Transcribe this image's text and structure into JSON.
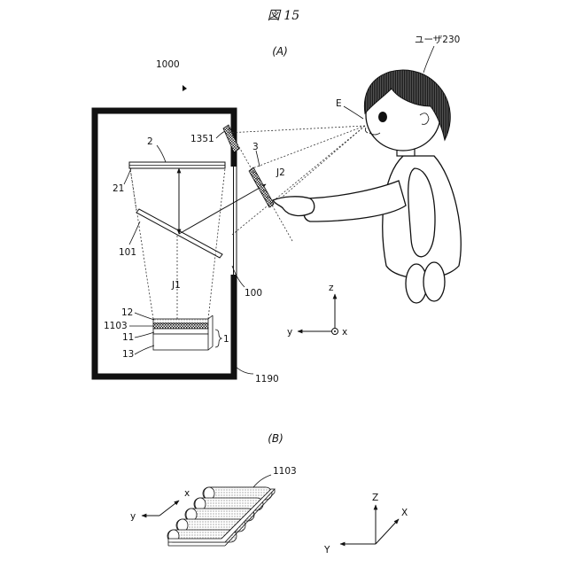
{
  "figure": {
    "title": "図 15",
    "panel_a": "(A)",
    "panel_b": "(B)"
  },
  "labels": {
    "device": "1000",
    "user": "ユーザ230",
    "eye": "E",
    "mirror_top": "1351",
    "element_3": "3",
    "element_2": "2",
    "element_21": "21",
    "ray_j2": "J2",
    "element_101": "101",
    "ray_j1": "J1",
    "element_100": "100",
    "element_12": "12",
    "element_1103": "1103",
    "element_11": "11",
    "element_13": "13",
    "element_1": "1",
    "housing_1190": "1190",
    "sheet_1103": "1103"
  },
  "axes_a": {
    "z": "z",
    "y": "y",
    "x": "x"
  },
  "axes_b_left": {
    "x": "x",
    "y": "y"
  },
  "axes_b_right": {
    "z": "Z",
    "x": "X",
    "y": "Y"
  }
}
